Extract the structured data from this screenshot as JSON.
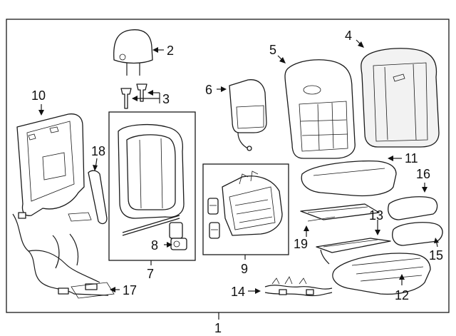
{
  "diagram": {
    "callouts": {
      "c1": "1",
      "c2": "2",
      "c3": "3",
      "c4": "4",
      "c5": "5",
      "c6": "6",
      "c7": "7",
      "c8": "8",
      "c9": "9",
      "c10": "10",
      "c11": "11",
      "c12": "12",
      "c13": "13",
      "c14": "14",
      "c15": "15",
      "c16": "16",
      "c17": "17",
      "c18": "18",
      "c19": "19"
    },
    "line_color": "#1a1a1a",
    "background": "#ffffff"
  }
}
